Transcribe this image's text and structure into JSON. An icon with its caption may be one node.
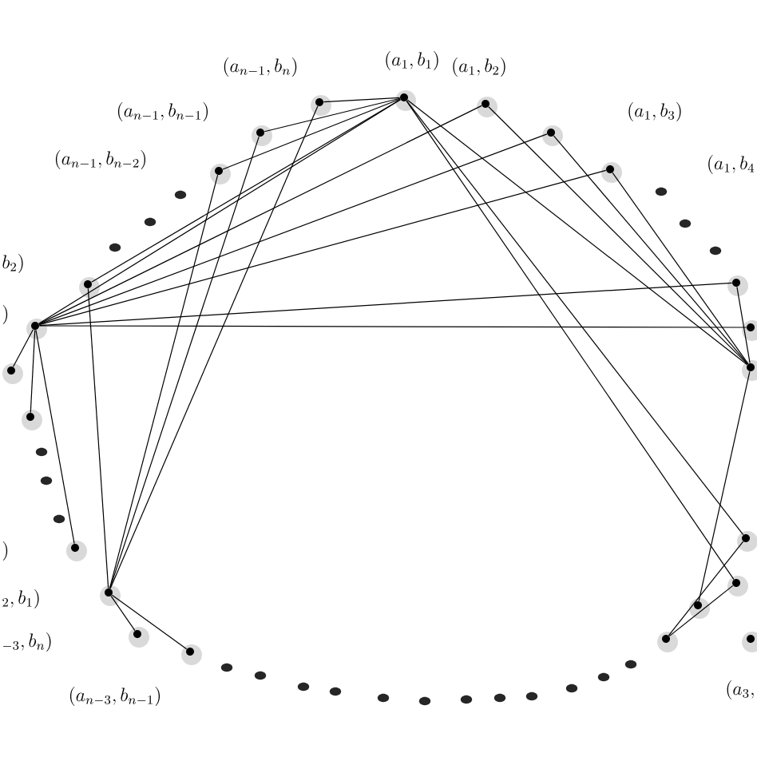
{
  "diagram": {
    "nodes": [
      {
        "text": [],
        "shape": "circle",
        "beside": [
          "(a_{1},b_{1})"
        ]
      },
      {
        "text": [],
        "shape": "circle",
        "beside": [
          "(a_{1},b_{2})"
        ]
      },
      {
        "text": [],
        "shape": "circle"
      },
      {
        "text": [],
        "shape": "circle"
      },
      {
        "text": [],
        "shape": "circle",
        "beside": [
          "(a_{n-1},b_{n})"
        ]
      },
      {
        "text": [],
        "shape": "circle",
        "beside": [
          "(a_{n-1},b_{n-1})"
        ]
      },
      {
        "text": [],
        "shape": "circle"
      },
      {
        "text": [],
        "shape": "circle",
        "beside": [
          "b_{2})"
        ]
      },
      {
        "text": [],
        "shape": "circle",
        "beside": [
          ")"
        ]
      },
      {
        "text": [],
        "shape": "circle"
      },
      {
        "text": [],
        "shape": "circle"
      },
      {
        "text": [],
        "shape": "circle",
        "beside": [
          ")"
        ]
      },
      {
        "text": [],
        "shape": "circle",
        "beside": [
          "{}_{2},b_{1})"
        ]
      },
      {
        "text": [],
        "shape": "circle"
      },
      {
        "text": [],
        "shape": "circle",
        "beside": [
          "(a_{n-3},b_{n-1})"
        ]
      },
      {
        "text": [],
        "shape": "circle"
      },
      {
        "text": [],
        "shape": "circle"
      },
      {
        "text": [],
        "shape": "circle"
      },
      {
        "text": [],
        "shape": "circle"
      },
      {
        "text": [],
        "shape": "circle"
      },
      {
        "text": [],
        "shape": "circle"
      },
      {
        "text": [],
        "shape": "circle"
      },
      {
        "text": [],
        "shape": "circle",
        "beside": [
          "(a_{3},"
        ]
      }
    ],
    "edges": [
      {
        "from": 0,
        "to": 4,
        "arrow": "none"
      },
      {
        "from": 0,
        "to": 5,
        "arrow": "none"
      },
      {
        "from": 0,
        "to": 6,
        "arrow": "none"
      },
      {
        "from": 0,
        "to": 7,
        "arrow": "none"
      },
      {
        "from": 0,
        "to": 8,
        "arrow": "none"
      },
      {
        "from": 1,
        "to": 8,
        "arrow": "none"
      },
      {
        "from": 2,
        "to": 8,
        "arrow": "none"
      },
      {
        "from": 3,
        "to": 8,
        "arrow": "none"
      },
      {
        "from": 15,
        "to": 8,
        "arrow": "none"
      },
      {
        "from": 8,
        "to": 16,
        "arrow": "none"
      },
      {
        "from": 8,
        "to": 9,
        "arrow": "none"
      },
      {
        "from": 8,
        "to": 10,
        "arrow": "none"
      },
      {
        "from": 8,
        "to": 11,
        "arrow": "none"
      },
      {
        "from": 7,
        "to": 12,
        "arrow": "none"
      },
      {
        "from": 4,
        "to": 12,
        "arrow": "none"
      },
      {
        "from": 5,
        "to": 12,
        "arrow": "none"
      },
      {
        "from": 6,
        "to": 12,
        "arrow": "none"
      },
      {
        "from": 12,
        "to": 13,
        "arrow": "none"
      },
      {
        "from": 12,
        "to": 14,
        "arrow": "none"
      },
      {
        "from": 0,
        "to": 18,
        "arrow": "none"
      },
      {
        "from": 0,
        "to": 19,
        "arrow": "none"
      },
      {
        "from": 0,
        "to": 17,
        "arrow": "none"
      },
      {
        "from": 1,
        "to": 17,
        "arrow": "none"
      },
      {
        "from": 2,
        "to": 17,
        "arrow": "none"
      },
      {
        "from": 3,
        "to": 17,
        "arrow": "none"
      },
      {
        "from": 15,
        "to": 17,
        "arrow": "none"
      },
      {
        "from": 20,
        "to": 17,
        "arrow": "none"
      },
      {
        "from": 21,
        "to": 18,
        "arrow": "none"
      },
      {
        "from": 21,
        "to": 19,
        "arrow": "none"
      }
    ],
    "labels": [
      "(a_{1},b_{3})",
      "(a_{1},b_{4}",
      "(a_{n-1},b_{n-2})",
      "{}_{-3},b_{n})"
    ]
  }
}
